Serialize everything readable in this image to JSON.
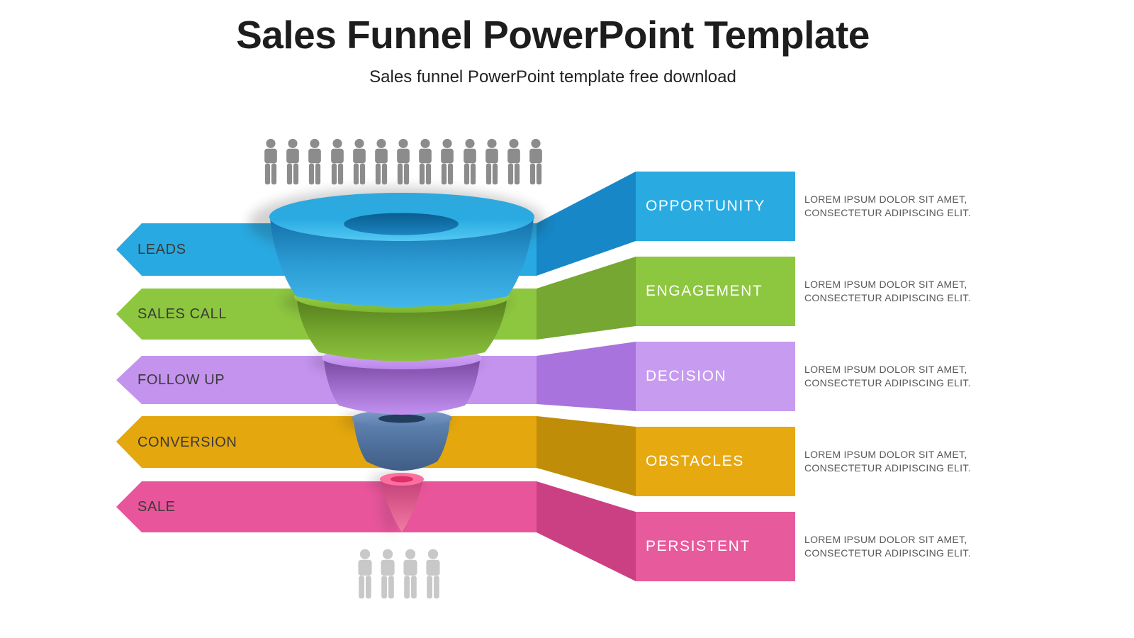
{
  "title": "Sales Funnel PowerPoint Template",
  "subtitle": "Sales funnel PowerPoint template free download",
  "rows": [
    {
      "left_label": "LEADS",
      "right_label": "OPPORTUNITY",
      "desc_line1": "LOREM IPSUM DOLOR SIT AMET,",
      "desc_line2": "CONSECTETUR ADIPISCING ELIT.",
      "band_color": "#29A9E1",
      "connector_color": "#1787C7",
      "banner_color": "#29ABE2"
    },
    {
      "left_label": "SALES CALL",
      "right_label": "ENGAGEMENT",
      "desc_line1": "LOREM IPSUM DOLOR SIT AMET,",
      "desc_line2": "CONSECTETUR ADIPISCING ELIT.",
      "band_color": "#8DC63F",
      "connector_color": "#75A732",
      "banner_color": "#8DC63F"
    },
    {
      "left_label": "FOLLOW UP",
      "right_label": "DECISION",
      "desc_line1": "LOREM IPSUM DOLOR SIT AMET,",
      "desc_line2": "CONSECTETUR ADIPISCING ELIT.",
      "band_color": "#C493EE",
      "connector_color": "#A873DC",
      "banner_color": "#C79BF0"
    },
    {
      "left_label": "CONVERSION",
      "right_label": "OBSTACLES",
      "desc_line1": "LOREM IPSUM DOLOR SIT AMET,",
      "desc_line2": "CONSECTETUR ADIPISCING ELIT.",
      "band_color": "#E4A70E",
      "connector_color": "#BF8D08",
      "banner_color": "#E6A90F"
    },
    {
      "left_label": "SALE",
      "right_label": "PERSISTENT",
      "desc_line1": "LOREM IPSUM DOLOR SIT AMET,",
      "desc_line2": "CONSECTETUR ADIPISCING ELIT.",
      "band_color": "#E8559B",
      "connector_color": "#CB4083",
      "banner_color": "#E75A9C"
    }
  ],
  "funnel": {
    "segments": [
      {
        "name": "top-layer",
        "color": "#29ABE2"
      },
      {
        "name": "second-layer",
        "color": "#8DC63F"
      },
      {
        "name": "third-layer",
        "color": "#B07CE8"
      },
      {
        "name": "fourth-layer",
        "color": "#4F74A0"
      },
      {
        "name": "tip-layer",
        "color": "#F0629B"
      }
    ]
  },
  "people": {
    "top_count": 13,
    "bottom_count": 4,
    "top_color": "#8C8C8C",
    "bottom_color": "#C8C8C8"
  }
}
